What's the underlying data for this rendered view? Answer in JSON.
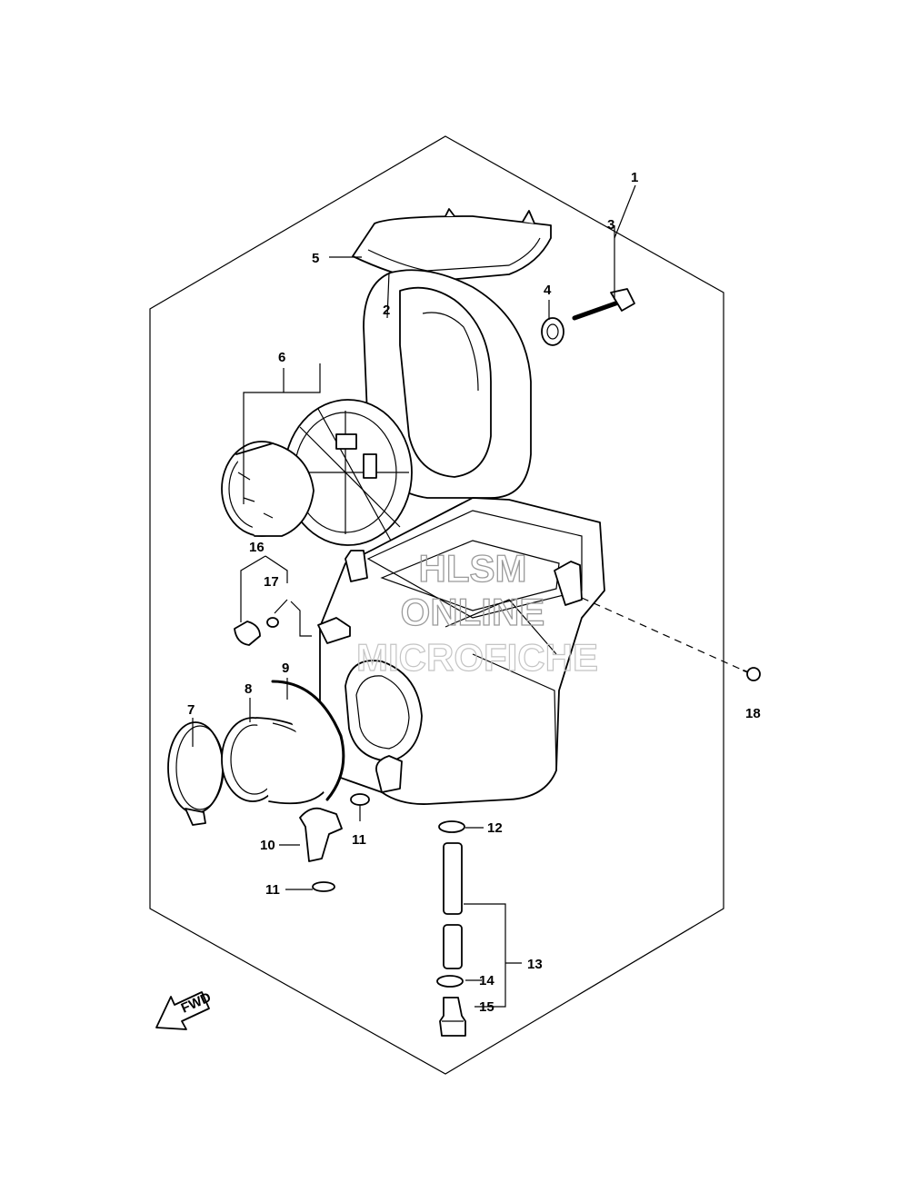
{
  "callouts": {
    "c1": "1",
    "c2": "2",
    "c3": "3",
    "c4": "4",
    "c5": "5",
    "c6": "6",
    "c7": "7",
    "c8": "8",
    "c9": "9",
    "c10": "10",
    "c11a": "11",
    "c11b": "11",
    "c12": "12",
    "c13": "13",
    "c14": "14",
    "c15": "15",
    "c16": "16",
    "c17": "17",
    "c18": "18"
  },
  "watermark": {
    "line1": "HLSM",
    "line2": "ONLINE",
    "line3": "MICROFICHE"
  },
  "fwd_label": "FWD"
}
